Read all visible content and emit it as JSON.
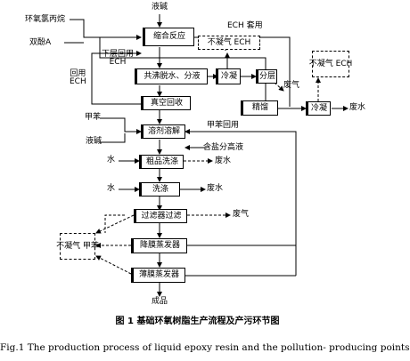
{
  "nodes": {
    "condensation": "缩合反应",
    "salt_water_sep": "共沸脱水、分液",
    "condense1": "冷凝",
    "layer_sep": "分层",
    "distill": "精馏",
    "condense2": "冷凝",
    "vacuum_recovery": "真空回收",
    "solvent_dissolve": "溶剂溶解",
    "crude_wash": "粗品洗涤",
    "wash": "洗涤",
    "filter": "过滤器过滤",
    "evaporator": "降膜蒸发器",
    "thin_film": "薄膜蒸发器",
    "noncondensable_ech": "不凝气 ECH",
    "noncondensable_ech2": "不凝气\nECH",
    "noncondensable_toluene": "不凝气\n甲苯"
  },
  "labels": {
    "liquid_alkali_top": "液碱",
    "ech_reuse": "ECH 套用",
    "epichlorohydrin": "环氧氯丙烷",
    "bisphenol_a": "双酚A",
    "lower_layer_ech": "下层回用\nECH",
    "reuse_ech": "回用\nECH",
    "waste_gas1": "废气",
    "waste_water1": "废水",
    "toluene_in": "甲苯",
    "toluene_reuse": "甲苯回用",
    "liquid_alkali2": "液碱",
    "salt_water": "含盐分高液",
    "water1": "水",
    "waste_water2": "废水",
    "water2": "水",
    "waste_water3": "废水",
    "waste_gas2": "废气",
    "product": "成品"
  },
  "caption": {
    "cn": "图 1    基础环氧树脂生产流程及产污环节图",
    "en": "Fig.1    The production process of liquid epoxy resin and the pollution- producing points"
  }
}
